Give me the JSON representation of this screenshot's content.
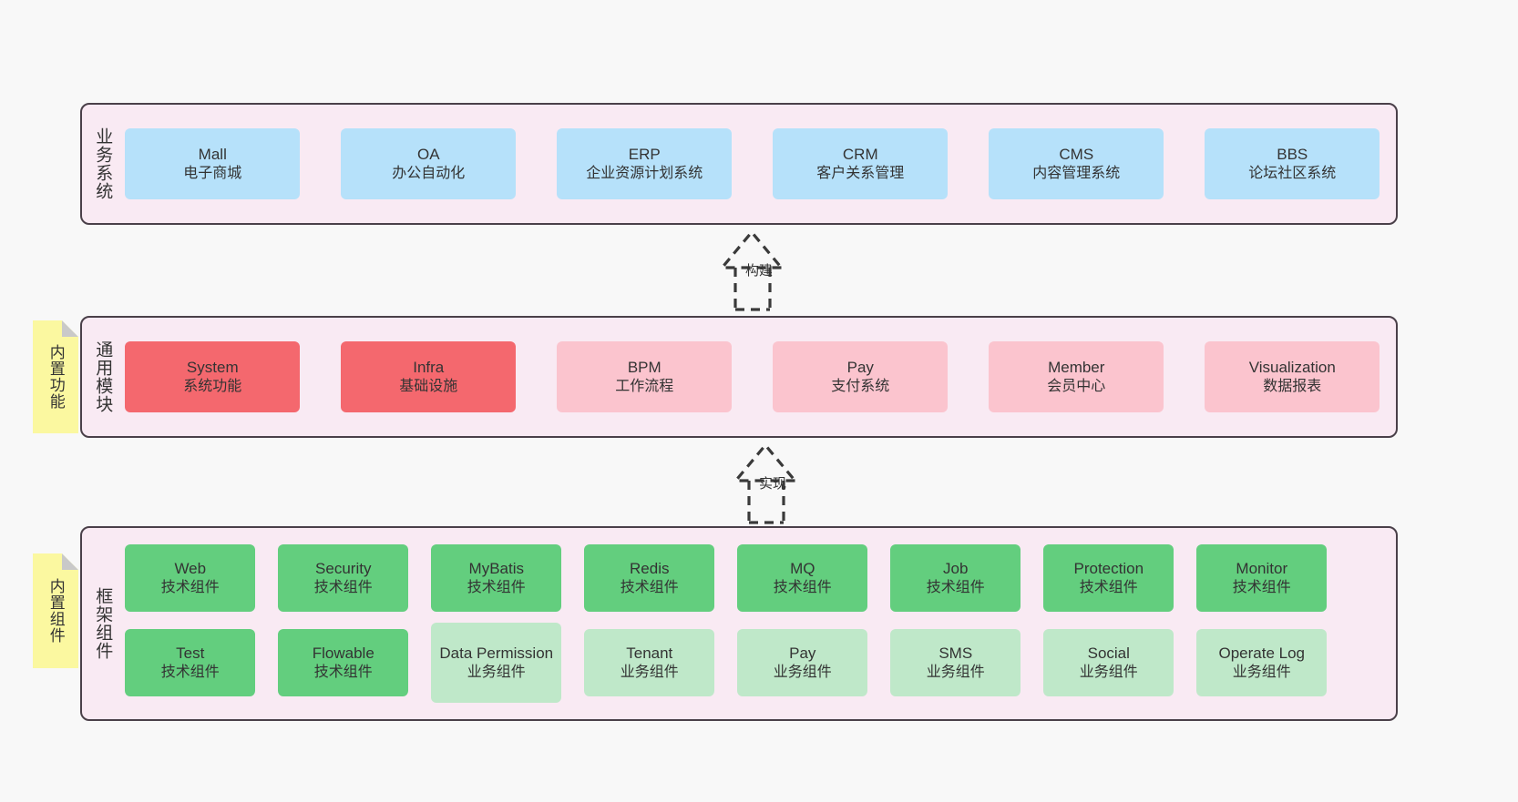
{
  "diagram": {
    "title": "",
    "background_color": "#f8f8f8",
    "layer_fill": "#f9eaf3",
    "layer_border": "#4a4049",
    "note_fill": "#fbf8a0",
    "note_fold": "#c9c9c9"
  },
  "layers": [
    {
      "id": "business",
      "title": "业务系统",
      "color": "#b6e1fa",
      "nodes": [
        {
          "en": "Mall",
          "cn": "电子商城"
        },
        {
          "en": "OA",
          "cn": "办公自动化"
        },
        {
          "en": "ERP",
          "cn": "企业资源计划系统"
        },
        {
          "en": "CRM",
          "cn": "客户关系管理"
        },
        {
          "en": "CMS",
          "cn": "内容管理系统"
        },
        {
          "en": "BBS",
          "cn": "论坛社区系统"
        }
      ]
    },
    {
      "id": "module",
      "title": "通用模块",
      "note": "内置功能",
      "color_primary": "#f4686e",
      "color_secondary": "#fbc4ce",
      "nodes": [
        {
          "en": "System",
          "cn": "系统功能",
          "emphasis": true
        },
        {
          "en": "Infra",
          "cn": "基础设施",
          "emphasis": true
        },
        {
          "en": "BPM",
          "cn": "工作流程",
          "emphasis": false
        },
        {
          "en": "Pay",
          "cn": "支付系统",
          "emphasis": false
        },
        {
          "en": "Member",
          "cn": "会员中心",
          "emphasis": false
        },
        {
          "en": "Visualization",
          "cn": "数据报表",
          "emphasis": false
        }
      ]
    },
    {
      "id": "framework",
      "title": "框架组件",
      "note": "内置组件",
      "color_tech": "#63ce7e",
      "color_biz": "#bfe8c9",
      "rows": [
        [
          {
            "en": "Web",
            "cn": "技术组件",
            "kind": "tech"
          },
          {
            "en": "Security",
            "cn": "技术组件",
            "kind": "tech"
          },
          {
            "en": "MyBatis",
            "cn": "技术组件",
            "kind": "tech"
          },
          {
            "en": "Redis",
            "cn": "技术组件",
            "kind": "tech"
          },
          {
            "en": "MQ",
            "cn": "技术组件",
            "kind": "tech"
          },
          {
            "en": "Job",
            "cn": "技术组件",
            "kind": "tech"
          },
          {
            "en": "Protection",
            "cn": "技术组件",
            "kind": "tech"
          },
          {
            "en": "Monitor",
            "cn": "技术组件",
            "kind": "tech"
          }
        ],
        [
          {
            "en": "Test",
            "cn": "技术组件",
            "kind": "tech"
          },
          {
            "en": "Flowable",
            "cn": "技术组件",
            "kind": "tech"
          },
          {
            "en": "Data Permission",
            "cn": "业务组件",
            "kind": "biz",
            "tall": true
          },
          {
            "en": "Tenant",
            "cn": "业务组件",
            "kind": "biz"
          },
          {
            "en": "Pay",
            "cn": "业务组件",
            "kind": "biz"
          },
          {
            "en": "SMS",
            "cn": "业务组件",
            "kind": "biz"
          },
          {
            "en": "Social",
            "cn": "业务组件",
            "kind": "biz"
          },
          {
            "en": "Operate Log",
            "cn": "业务组件",
            "kind": "biz"
          }
        ]
      ]
    }
  ],
  "relations": [
    {
      "id": "build",
      "label": "构建",
      "style": "dashed-generalization"
    },
    {
      "id": "impl",
      "label": "实现",
      "style": "dashed-generalization"
    }
  ]
}
